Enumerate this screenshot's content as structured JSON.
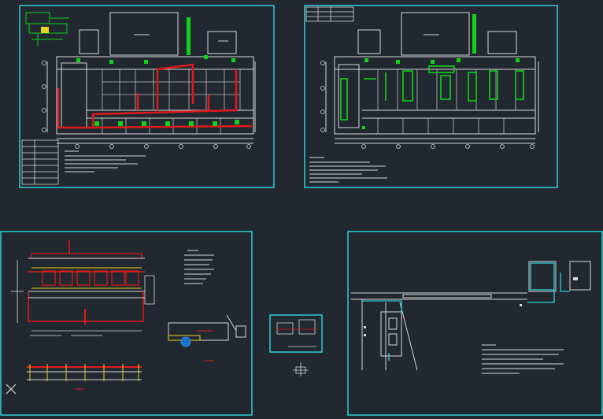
{
  "colors": {
    "background": "#212830",
    "frame": "#2fd0d8",
    "line": "#d8d8d8",
    "red": "#e01a1a",
    "green": "#10d21a",
    "yellow": "#e6d21a"
  },
  "crosshair_icon": "close-icon",
  "sheets": [
    {
      "id": "sheet-1",
      "title": "",
      "kind": "plan-red"
    },
    {
      "id": "sheet-2",
      "title": "",
      "kind": "plan-green"
    },
    {
      "id": "sheet-3",
      "title": "",
      "kind": "sections"
    },
    {
      "id": "sheet-4",
      "title": "",
      "kind": "site"
    }
  ]
}
